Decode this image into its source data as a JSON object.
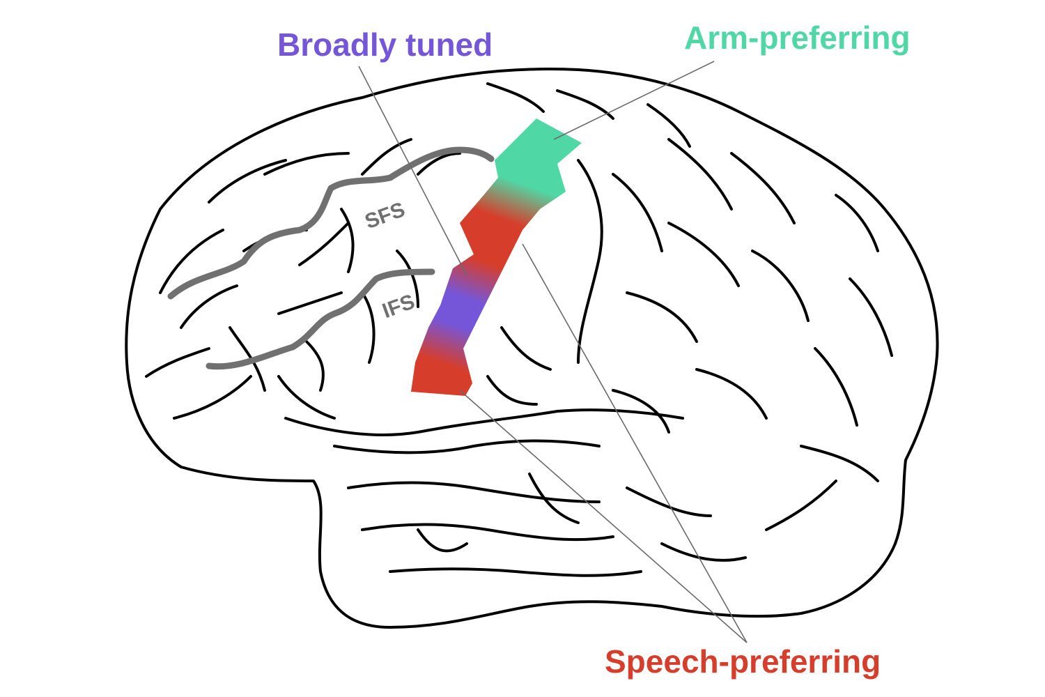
{
  "labels": {
    "broadly_tuned": "Broadly tuned",
    "arm_preferring": "Arm-preferring",
    "speech_preferring": "Speech-preferring",
    "sfs": "SFS",
    "ifs": "IFS"
  },
  "colors": {
    "broadly_tuned": "#7656D8",
    "arm_preferring": "#4FD8A6",
    "speech_preferring": "#D63E2B",
    "sulcus_gray": "#707070",
    "outline": "#000000"
  }
}
